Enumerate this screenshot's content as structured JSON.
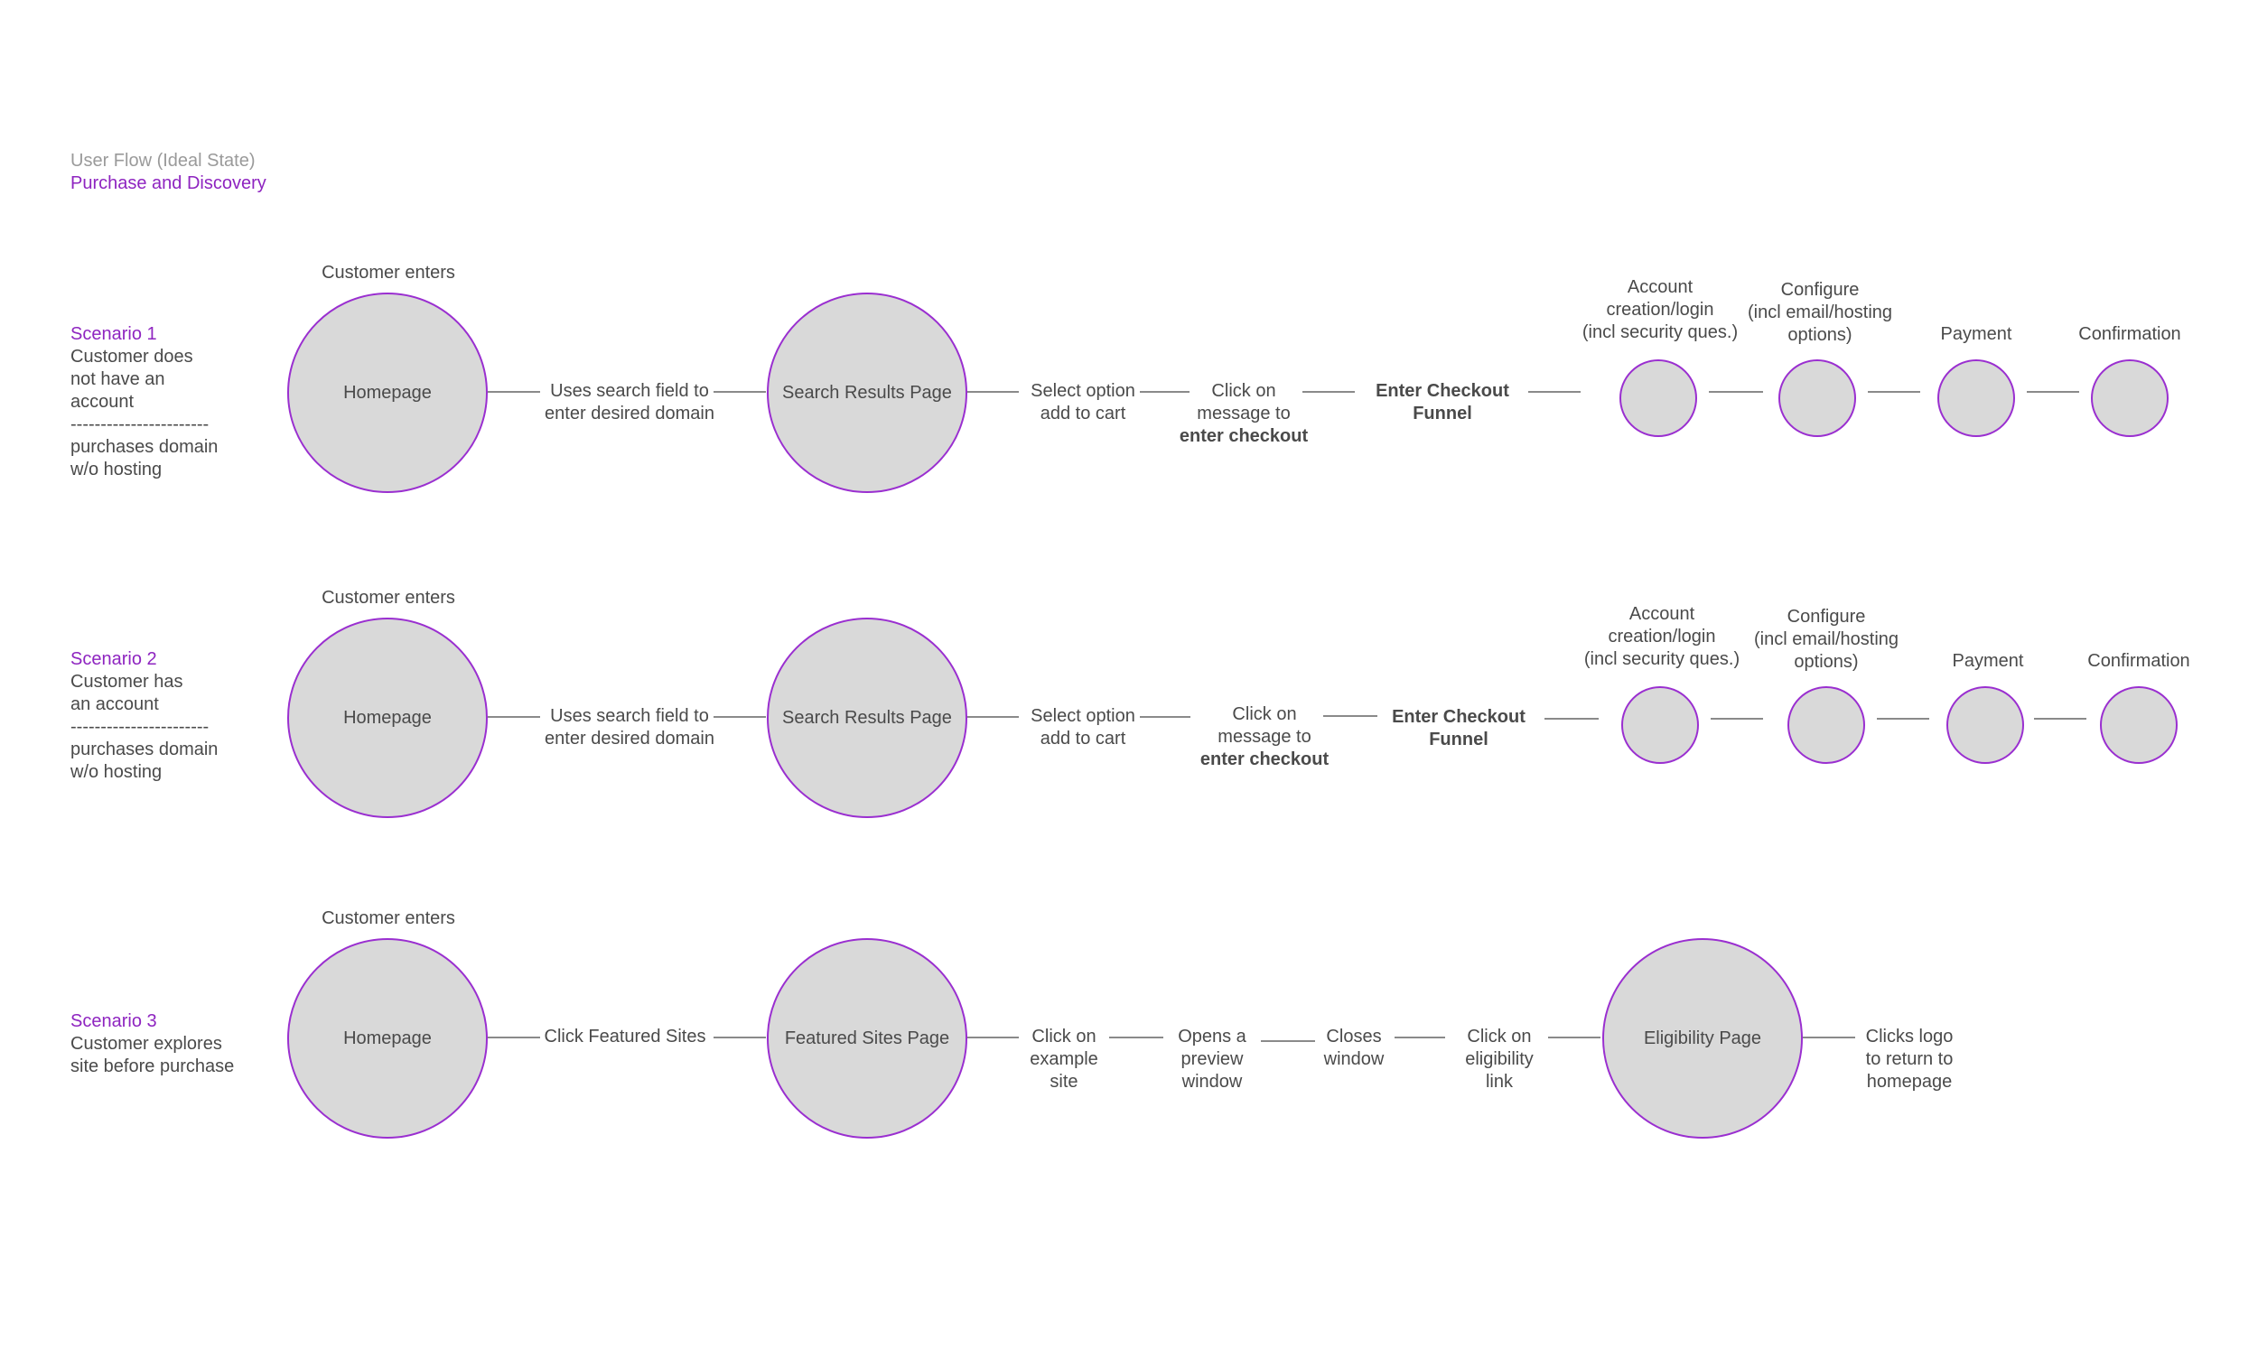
{
  "header": {
    "line1": "User Flow (Ideal State)",
    "line2": "Purchase and Discovery"
  },
  "scenarios": [
    {
      "title": "Scenario 1",
      "description": "Customer does\nnot have an\naccount\n-----------------------\npurchases domain\nw/o hosting",
      "entry_label": "Customer enters",
      "nodes": {
        "homepage": "Homepage",
        "search_results": "Search Results Page"
      },
      "steps": {
        "search": "Uses search field to\nenter desired domain",
        "select": "Select option\nadd to cart",
        "click_msg_a": "Click on\nmessage to",
        "click_msg_b": "enter checkout",
        "funnel": "Enter Checkout\nFunnel"
      },
      "funnel_steps": {
        "account": "Account\ncreation/login\n(incl security ques.)",
        "configure": "Configure\n(incl email/hosting\noptions)",
        "payment": "Payment",
        "confirmation": "Confirmation"
      }
    },
    {
      "title": "Scenario 2",
      "description": "Customer has\nan account\n-----------------------\npurchases domain\nw/o hosting",
      "entry_label": "Customer enters",
      "nodes": {
        "homepage": "Homepage",
        "search_results": "Search Results Page"
      },
      "steps": {
        "search": "Uses search field to\nenter desired domain",
        "select": "Select option\nadd to cart",
        "click_msg_a": "Click on\nmessage to",
        "click_msg_b": "enter checkout",
        "funnel": "Enter Checkout\nFunnel"
      },
      "funnel_steps": {
        "account": "Account\ncreation/login\n(incl security ques.)",
        "configure": "Configure\n(incl email/hosting\noptions)",
        "payment": "Payment",
        "confirmation": "Confirmation"
      }
    },
    {
      "title": "Scenario 3",
      "description": "Customer explores\nsite before purchase",
      "entry_label": "Customer enters",
      "nodes": {
        "homepage": "Homepage",
        "featured": "Featured Sites Page",
        "eligibility": "Eligibility Page"
      },
      "steps": {
        "click_featured": "Click Featured Sites",
        "click_example": "Click on\nexample\nsite",
        "opens_preview": "Opens a\npreview\nwindow",
        "closes": "Closes\nwindow",
        "click_elig": "Click on\neligibility\nlink",
        "clicks_logo": "Clicks logo\nto return to\nhomepage"
      }
    }
  ],
  "colors": {
    "accent": "#8e24c0",
    "circle_stroke": "#9a2fd0",
    "circle_fill": "#d9d9d9",
    "connector": "#8a8a8a",
    "text": "#4a4a4a",
    "header_gray": "#9a9a9a"
  }
}
